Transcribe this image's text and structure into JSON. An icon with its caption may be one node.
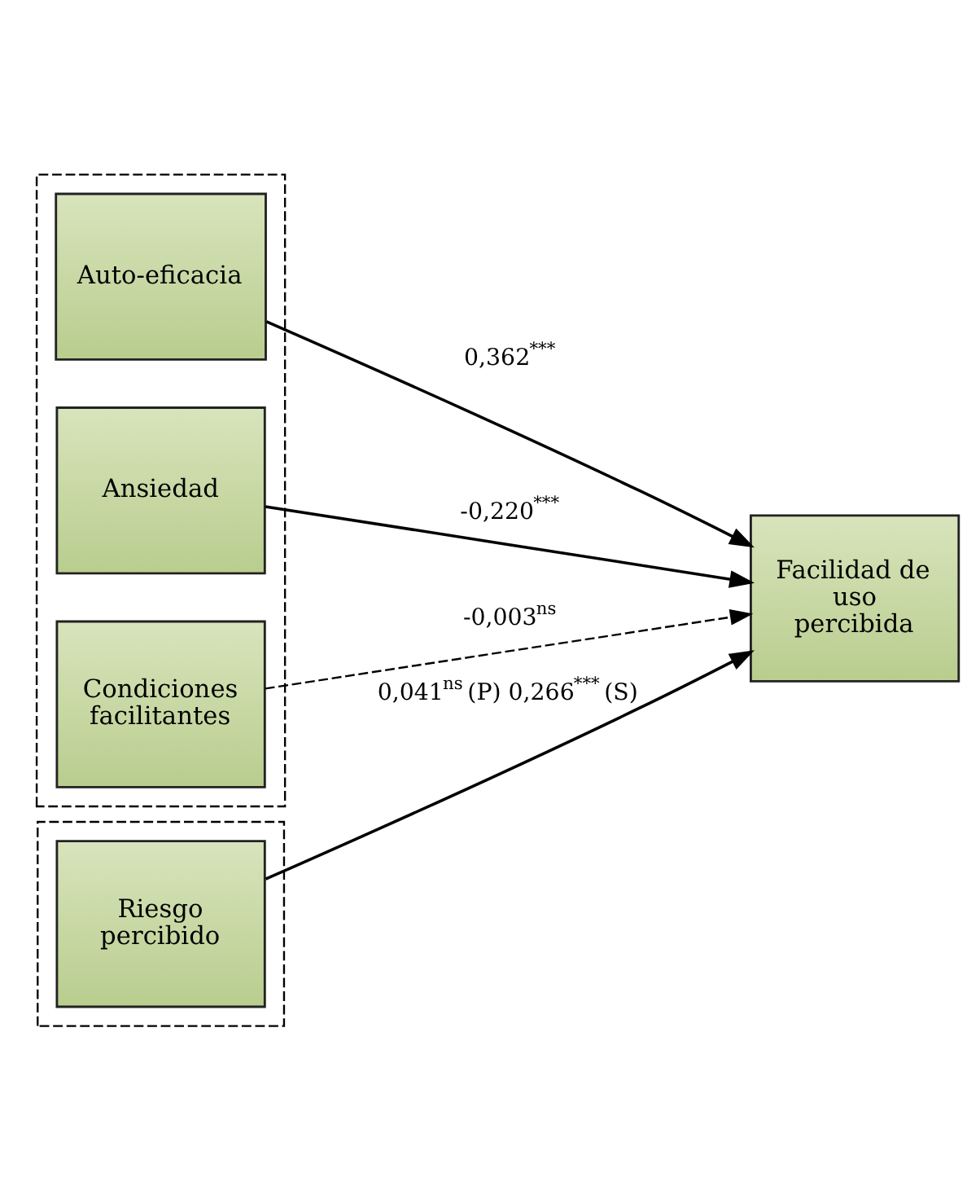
{
  "diagram": {
    "nodes": [
      {
        "text": [],
        "shape": "box"
      },
      {
        "text": [
          "Auto-eficacia"
        ],
        "in": 0
      },
      {
        "text": [
          "Ansiedad"
        ],
        "in": 0
      },
      {
        "text": [
          "Condiciones facilitantes"
        ],
        "in": 0
      },
      {
        "text": [],
        "shape": "box"
      },
      {
        "text": [
          "Riesgo percibido"
        ],
        "in": 4
      },
      {
        "text": [
          "Facilidad de uso percibida"
        ]
      }
    ],
    "edges": [
      {
        "from": 1,
        "to": 6,
        "arrow": "to",
        "label": "0,362$^{***}$"
      },
      {
        "from": 2,
        "to": 6,
        "arrow": "to",
        "label": "-0,220$^{***}$"
      },
      {
        "from": 3,
        "to": 6,
        "arrow": "to",
        "label": "-0,003$^{ns}$",
        "style": "dashed"
      },
      {
        "from": 5,
        "to": 6,
        "arrow": "to",
        "label": "0,041$^{ns}$ (P) 0,266$^{***}$ (S)"
      }
    ]
  }
}
